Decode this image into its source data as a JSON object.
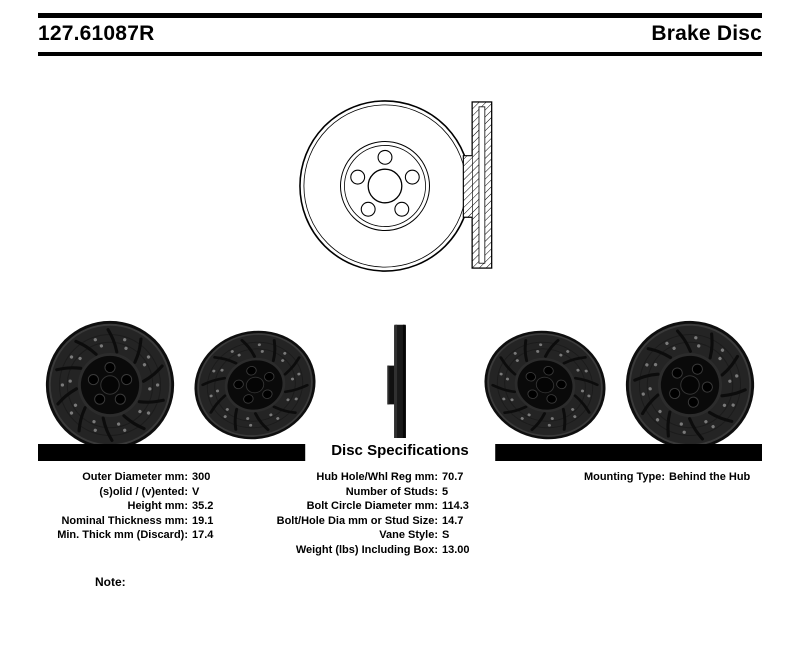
{
  "header": {
    "part_number": "127.61087R",
    "product_name": "Brake Disc"
  },
  "spec_section": {
    "title": "Disc Specifications",
    "left": [
      {
        "label": "Outer Diameter mm:",
        "value": "300"
      },
      {
        "label": "(s)olid / (v)ented:",
        "value": "V"
      },
      {
        "label": "Height mm:",
        "value": "35.2"
      },
      {
        "label": "Nominal Thickness mm:",
        "value": "19.1"
      },
      {
        "label": "Min. Thick mm (Discard):",
        "value": "17.4"
      }
    ],
    "middle": [
      {
        "label": "Hub Hole/Whl Reg mm:",
        "value": "70.7"
      },
      {
        "label": "Number of Studs:",
        "value": "5"
      },
      {
        "label": "Bolt Circle Diameter mm:",
        "value": "114.3"
      },
      {
        "label": "Bolt/Hole Dia mm or Stud Size:",
        "value": "14.7"
      },
      {
        "label": "Vane Style:",
        "value": "S"
      },
      {
        "label": "Weight (lbs) Including Box:",
        "value": "13.00"
      }
    ],
    "right": [
      {
        "label": "Mounting Type:",
        "value": "Behind the Hub"
      }
    ]
  },
  "note_label": "Note:",
  "figures": {
    "line_drawing_front": "brake-disc-front-line-drawing",
    "line_drawing_section": "brake-disc-cross-section-drawing",
    "photos": [
      "rotor-front-view",
      "rotor-angled-view-left",
      "rotor-side-profile",
      "rotor-angled-view-right",
      "rotor-front-view-alt"
    ]
  },
  "colors": {
    "ink": "#000000",
    "paper": "#ffffff"
  }
}
